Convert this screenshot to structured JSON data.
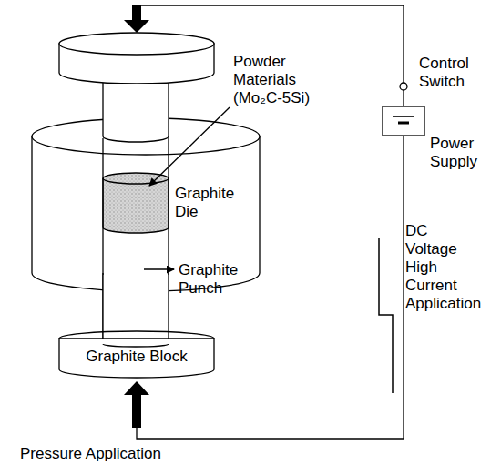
{
  "diagram": {
    "nodes": [
      {
        "text": [
          "Graphite Block"
        ]
      }
    ],
    "labels": [
      "Powder Materials (Mo₂C-5Si)",
      "Graphite Die",
      "Graphite Punch",
      "Control Switch",
      "Power Supply",
      "DC Voltage High Current Application",
      "Pressure Application"
    ]
  }
}
